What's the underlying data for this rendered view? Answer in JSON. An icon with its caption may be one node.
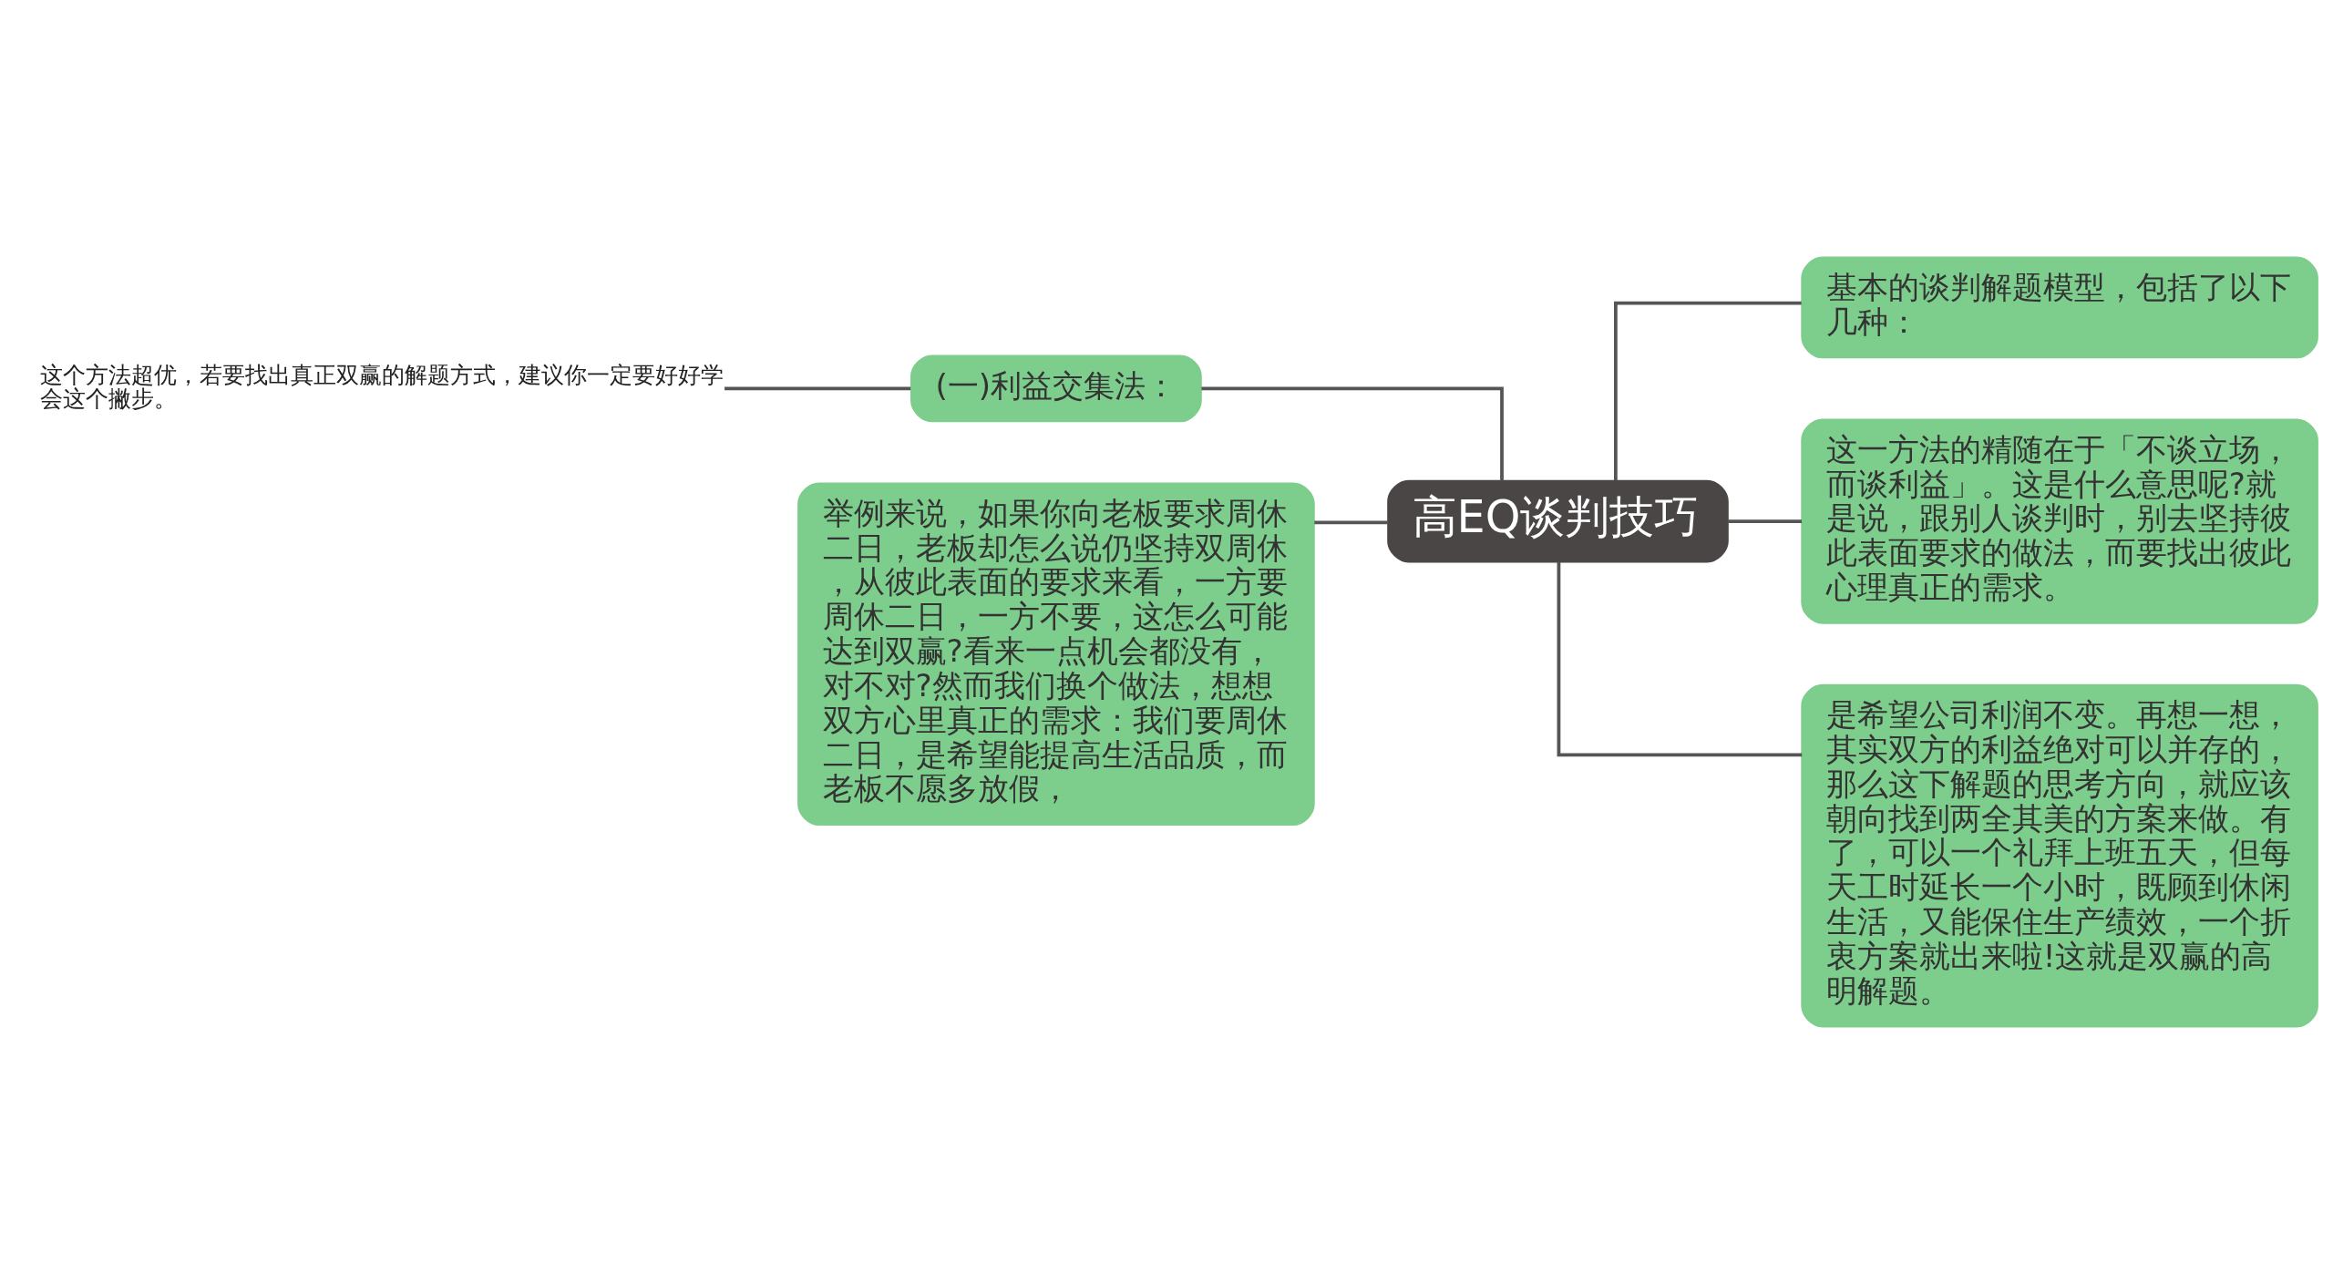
{
  "diagram": {
    "nodes": [
      {
        "text": [
          "高EQ谈判技巧"
        ]
      },
      {
        "text": [
          "基本的谈判解题模型，包括了以下几种："
        ]
      },
      {
        "text": [
          "这一方法的精随在于「不谈立场，而谈利益」。这是什么意思呢?就是说，跟别人谈判时，别去坚持彼此表面要求的做法，而要找出彼此心理真正的需求。"
        ]
      },
      {
        "text": [
          "是希望公司利润不变。再想一想，其实双方的利益绝对可以并存的，那么这下解题的思考方向，就应该朝向找到两全其美的方案来做。有了，可以一个礼拜上班五天，但每天工时延长一个小时，既顾到休闲生活，又能保住生产绩效，一个折衷方案就出来啦!这就是双赢的高明解题。"
        ]
      },
      {
        "text": [
          "(一)利益交集法："
        ]
      },
      {
        "text": [
          "举例来说，如果你向老板要求周休二日，老板却怎么说仍坚持双周休，从彼此表面的要求来看，一方要周休二日，一方不要，这怎么可能达到双赢?看来一点机会都没有，对不对?然而我们换个做法，想想双方心里真正的需求：我们要周休二日，是希望能提高生活品质，而老板不愿多放假，"
        ]
      },
      {
        "text": [
          "这个方法超优，若要找出真正双赢的解题方式，建议你一定要好好学会这个撇步。"
        ]
      }
    ],
    "edges": [
      {
        "from": 0,
        "to": 1,
        "arrow": "none"
      },
      {
        "from": 0,
        "to": 2,
        "arrow": "none"
      },
      {
        "from": 0,
        "to": 3,
        "arrow": "none"
      },
      {
        "from": 0,
        "to": 4,
        "arrow": "none"
      },
      {
        "from": 0,
        "to": 5,
        "arrow": "none"
      },
      {
        "from": 4,
        "to": 6,
        "arrow": "none"
      }
    ]
  }
}
